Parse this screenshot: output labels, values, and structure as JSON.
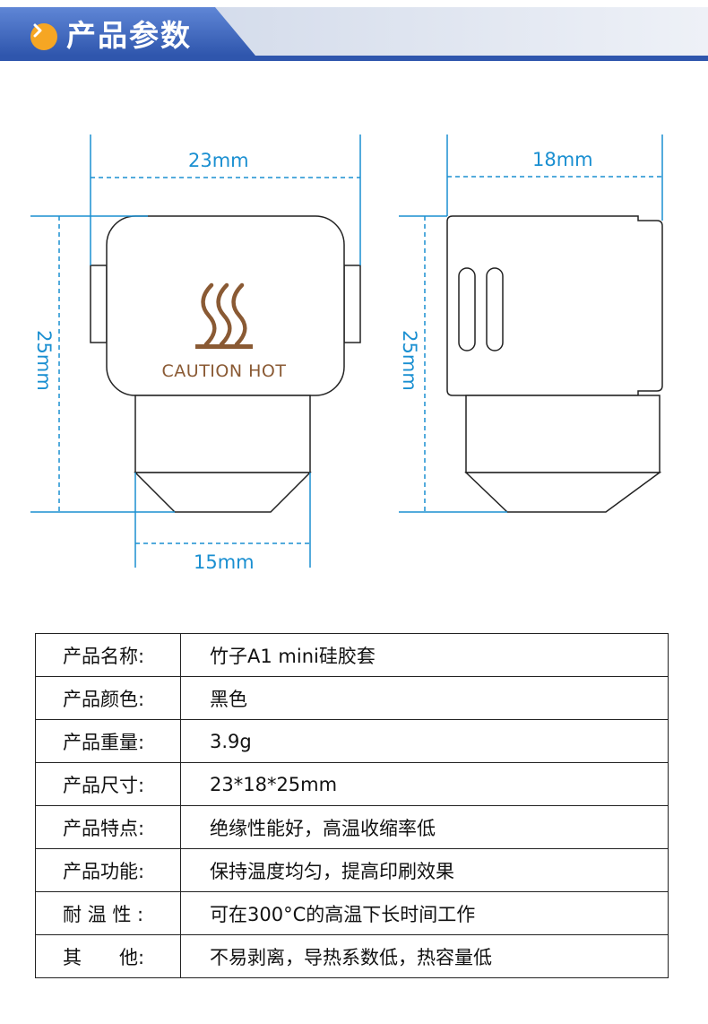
{
  "header": {
    "title": "产品参数",
    "icon": "chevron-right-icon",
    "accent": "#f6a623",
    "bar_color": "#3e64b8"
  },
  "diagram": {
    "top_width": "23mm",
    "side_width": "18mm",
    "height_left": "25mm",
    "height_right": "25mm",
    "bottom_width": "15mm",
    "caution_text": "CAUTION HOT",
    "caution_color": "#8a5a34",
    "dimension_color": "#1a8fd1"
  },
  "specs": [
    {
      "key": "产品名称:",
      "value": "竹子A1 mini硅胶套"
    },
    {
      "key": "产品颜色:",
      "value": "黑色"
    },
    {
      "key": "产品重量:",
      "value": "3.9g"
    },
    {
      "key": "产品尺寸:",
      "value": "23*18*25mm"
    },
    {
      "key": "产品特点:",
      "value": "绝缘性能好，高温收缩率低"
    },
    {
      "key": "产品功能:",
      "value": "保持温度均匀，提高印刷效果"
    },
    {
      "key": "耐 温 性 :",
      "value": "可在300°C的高温下长时间工作"
    },
    {
      "key": "其　　他:",
      "value": "不易剥离，导热系数低，热容量低"
    }
  ]
}
